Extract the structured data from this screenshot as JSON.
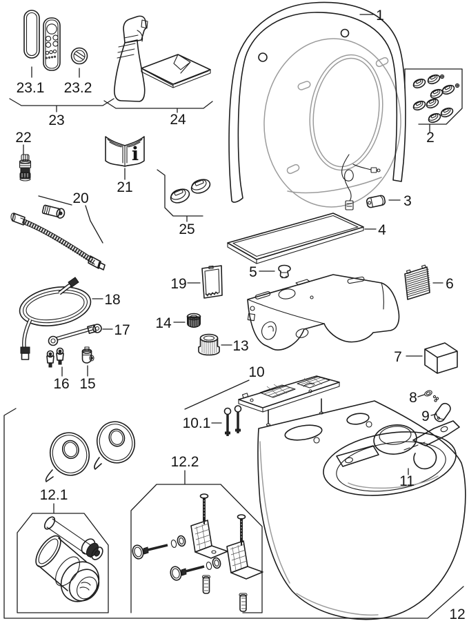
{
  "diagram": {
    "kind": "exploded-parts-diagram",
    "subject": "shower toilet complete unit spare parts",
    "colors": {
      "line": "#1c1c1c",
      "light_line": "#9b9b9b",
      "dark_fill": "#2b2b2b",
      "background": "#ffffff"
    },
    "parts": {
      "seat_lid": {
        "label": "1"
      },
      "cap_set": {
        "label": "2"
      },
      "plug_connector": {
        "label": "3"
      },
      "cover_plate": {
        "label": "4"
      },
      "clip": {
        "label": "5"
      },
      "filter_grille": {
        "label": "6"
      },
      "box": {
        "label": "7"
      },
      "seal_set": {
        "label": "8"
      },
      "roller_pin": {
        "label": "9"
      },
      "mounting_plate": {
        "label": "10"
      },
      "bolt_set": {
        "label": "10.1"
      },
      "support_bracket": {
        "label": "11"
      },
      "pan_set": {
        "label": "12"
      },
      "pipe_set": {
        "label": "12.1"
      },
      "fastening_set": {
        "label": "12.2"
      },
      "ribbed_sleeve": {
        "label": "13"
      },
      "sealing_plug": {
        "label": "14"
      },
      "angle_connector": {
        "label": "15"
      },
      "valve_connectors": {
        "label": "16"
      },
      "short_hose": {
        "label": "17"
      },
      "water_hose": {
        "label": "18"
      },
      "bracket_plate": {
        "label": "19"
      },
      "supply_hose_set": {
        "label": "20"
      },
      "user_manual": {
        "label": "21",
        "icon_glyph": "i"
      },
      "cable_gland": {
        "label": "22"
      },
      "remote_set": {
        "label": "23"
      },
      "remote_control": {
        "label": "23.1"
      },
      "holder_disc": {
        "label": "23.2"
      },
      "cleaning_set": {
        "label": "24"
      },
      "damper_set": {
        "label": "25"
      }
    }
  }
}
